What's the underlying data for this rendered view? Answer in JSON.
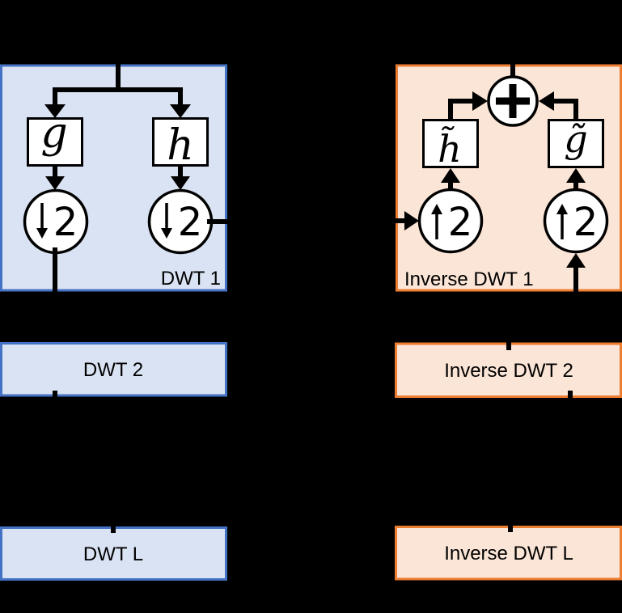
{
  "colors": {
    "background": "#000000",
    "analysis_box_fill": "#dae3f3",
    "analysis_box_border": "#4472c4",
    "synthesis_box_fill": "#fbe5d6",
    "synthesis_box_border": "#ed7d31",
    "node_fill": "#ffffff",
    "line_color": "#000000",
    "text_color": "#000000"
  },
  "icons": {
    "downsample": "down-arrow-icon",
    "upsample": "up-arrow-icon",
    "sum": "plus-icon"
  },
  "analysis": {
    "stage1": {
      "label": "DWT 1",
      "lowpass_filter": "g",
      "highpass_filter": "h",
      "downsample_left_factor": "2",
      "downsample_right_factor": "2"
    },
    "stage2": {
      "label": "DWT 2"
    },
    "stage_final": {
      "label": "DWT L"
    }
  },
  "synthesis": {
    "stage1": {
      "label": "Inverse DWT 1",
      "highpass_filter": "h̃",
      "lowpass_filter": "g̃",
      "upsample_left_factor": "2",
      "upsample_right_factor": "2"
    },
    "stage2": {
      "label": "Inverse DWT 2"
    },
    "stage_final": {
      "label": "Inverse DWT L"
    }
  }
}
